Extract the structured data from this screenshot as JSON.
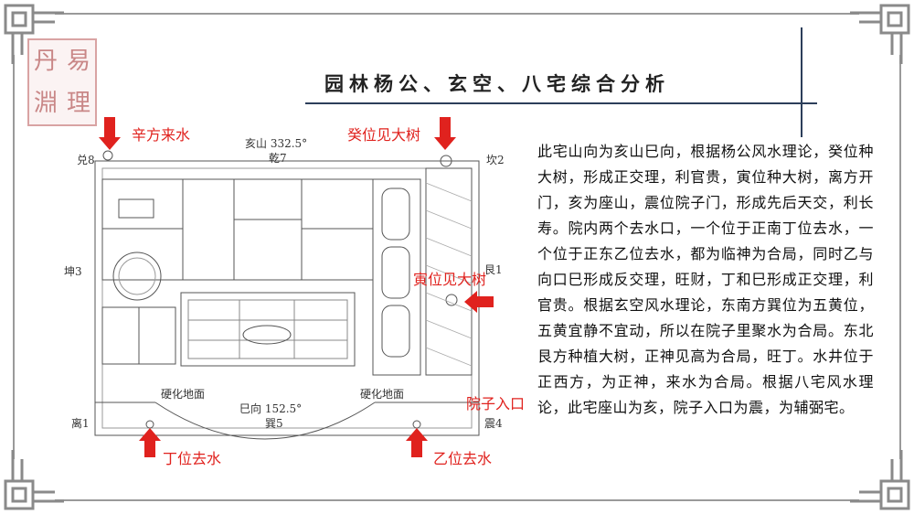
{
  "title": "园林杨公、玄空、八宅综合分析",
  "seal": {
    "chars": [
      "丹",
      "易",
      "淵",
      "理"
    ]
  },
  "annotations": {
    "top_left": "辛方来水",
    "top_right": "癸位见大树",
    "right_mid": "寅位见大树",
    "right_entrance": "院子入口",
    "bottom_left": "丁位去水",
    "bottom_right": "乙位去水"
  },
  "plan": {
    "top_orientation": "亥山 332.5°",
    "bottom_orientation": "巳向 152.5°",
    "dui": "兑8",
    "qian": "乾7",
    "kan": "坎2",
    "kun": "坤3",
    "gen": "艮1",
    "li": "离1",
    "xun": "巽5",
    "zhen": "震4",
    "paving_left": "硬化地面",
    "paving_right": "硬化地面"
  },
  "description": "此宅山向为亥山巳向，根据杨公风水理论，癸位种大树，形成正交理，利官贵，寅位种大树，离方开门，亥为座山，震位院子门，形成先后天交，利长寿。院内两个去水口，一个位于正南丁位去水，一个位于正东乙位去水，都为临神为合局，同时乙与向口巳形成反交理，旺财，丁和巳形成正交理，利官贵。根据玄空风水理论，东南方巽位为五黄位，五黄宜静不宜动，所以在院子里聚水为合局。东北艮方种植大树，正神见高为合局，旺丁。水井位于正西方，为正神，来水为合局。根据八宅风水理论，此宅座山为亥，院子入口为震，为辅弼宅。"
}
